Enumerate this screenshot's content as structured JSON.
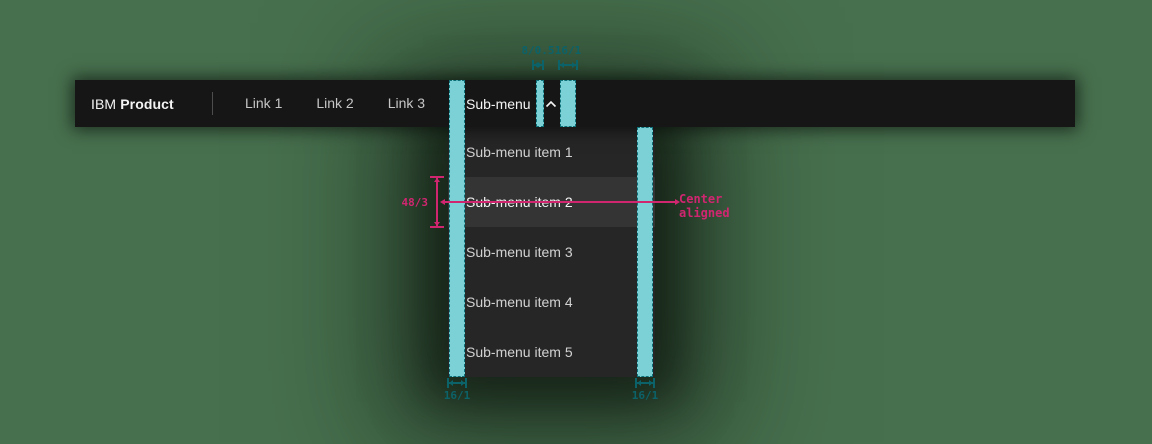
{
  "colors": {
    "background": "#47704E",
    "header_bg": "#161616",
    "dropdown_bg": "#262626",
    "item_active_bg": "#343434",
    "stripe_fill": "#7CD1D6",
    "stripe_border": "#0E7078",
    "teal_annotation": "#0C6269",
    "pink_annotation": "#D02670",
    "header_text": "#F4F4F4",
    "link_text": "#C6C6C6",
    "item_text": "#D2D2D2",
    "divider": "#4D4D4D"
  },
  "header": {
    "brand_prefix": "IBM",
    "brand_name": "Product",
    "links": [
      {
        "label": "Link 1"
      },
      {
        "label": "Link 2"
      },
      {
        "label": "Link 3"
      }
    ],
    "submenu": {
      "label": "Sub-menu",
      "chevron_icon": "chevron-up",
      "expanded": true
    }
  },
  "dropdown": {
    "items": [
      {
        "label": "Sub-menu item 1",
        "active": false
      },
      {
        "label": "Sub-menu item 2",
        "active": true
      },
      {
        "label": "Sub-menu item 3",
        "active": false
      },
      {
        "label": "Sub-menu item 4",
        "active": false
      },
      {
        "label": "Sub-menu item 5",
        "active": false
      }
    ]
  },
  "annotations": {
    "gap_measure_label": "8/0.5",
    "top_padding_measure_label": "16/1",
    "bottom_left_padding_label": "16/1",
    "bottom_right_padding_label": "16/1",
    "item_height_label": "48/3",
    "alignment_note_line1": "Center",
    "alignment_note_line2": "aligned"
  }
}
